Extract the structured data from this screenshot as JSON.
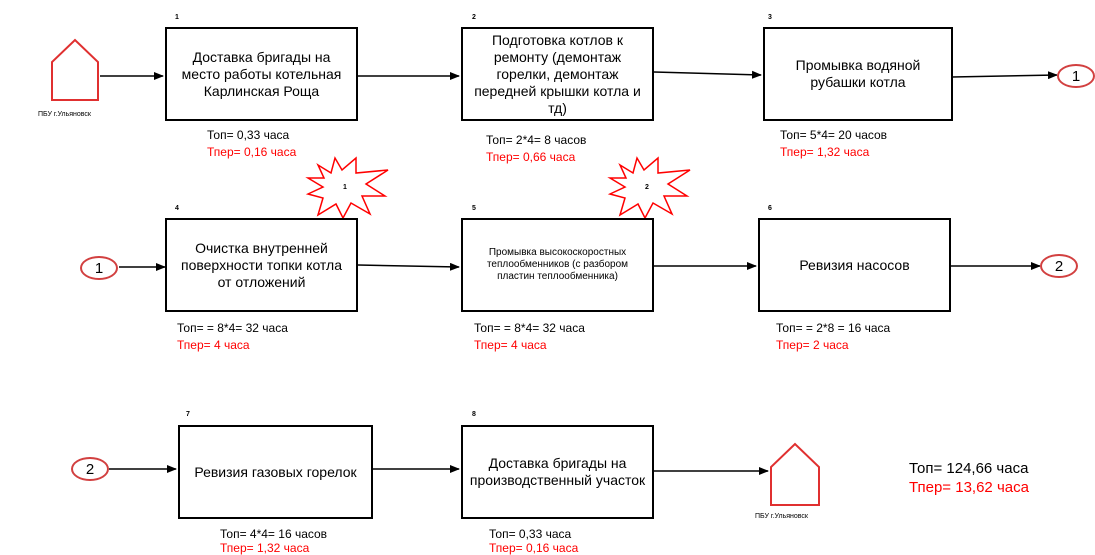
{
  "base": {
    "label": "ПБУ г.Ульяновск"
  },
  "connectors": {
    "c1": "1",
    "c2": "2"
  },
  "steps": [
    {
      "num": "1",
      "text": "Доставка бригады на место работы котельная Карлинская Роща",
      "t_op": "Топ= 0,33 часа",
      "t_per": "Тпер= 0,16 часа"
    },
    {
      "num": "2",
      "text": "Подготовка котлов к ремонту (демонтаж горелки, демонтаж передней крышки котла и тд)",
      "t_op": "Топ= 2*4= 8 часов",
      "t_per": "Тпер= 0,66 часа"
    },
    {
      "num": "3",
      "text": "Промывка водяной рубашки котла",
      "t_op": "Топ= 5*4= 20 часов",
      "t_per": "Тпер= 1,32 часа"
    },
    {
      "num": "4",
      "text": "Очистка внутренней поверхности топки котла от отложений",
      "t_op": "Топ= = 8*4= 32 часа",
      "t_per": "Тпер= 4 часа"
    },
    {
      "num": "5",
      "text": "Промывка высокоскоростных теплообменников (с разбором пластин теплообменника)",
      "t_op": "Топ= = 8*4= 32 часа",
      "t_per": "Тпер= 4 часа"
    },
    {
      "num": "6",
      "text": "Ревизия насосов",
      "t_op": "Топ= = 2*8 = 16 часа",
      "t_per": "Тпер= 2 часа"
    },
    {
      "num": "7",
      "text": "Ревизия газовых горелок",
      "t_op": "Топ= 4*4= 16 часов",
      "t_per": "Тпер= 1,32 часа"
    },
    {
      "num": "8",
      "text": "Доставка бригады на производственный участок",
      "t_op": "Топ= 0,33 часа",
      "t_per": "Тпер= 0,16 часа"
    }
  ],
  "stars": [
    {
      "num": "1"
    },
    {
      "num": "2"
    }
  ],
  "totals": {
    "t_op": "Топ= 124,66 часа",
    "t_per": "Тпер= 13,62 часа"
  },
  "colors": {
    "accent": "#ff0000",
    "house": "#e03030"
  }
}
